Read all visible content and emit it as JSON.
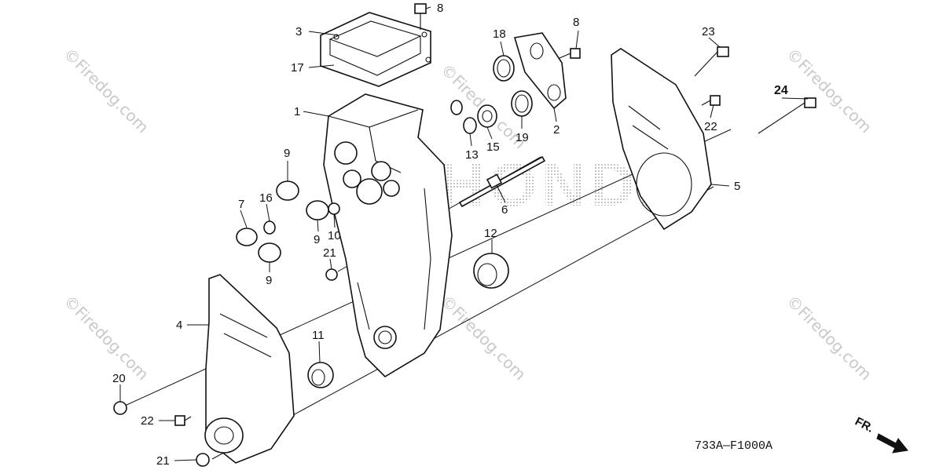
{
  "diagram": {
    "figure_code": "733A—F1000A",
    "direction_label": "FR.",
    "watermark_text": "©Firedog.com",
    "brand_ghost_text": "HONDA",
    "callouts": {
      "c1": "1",
      "c2": "2",
      "c3": "3",
      "c4": "4",
      "c5": "5",
      "c6": "6",
      "c7": "7",
      "c8a": "8",
      "c8b": "8",
      "c9a": "9",
      "c9b": "9",
      "c9c": "9",
      "c10": "10",
      "c11": "11",
      "c12": "12",
      "c13": "13",
      "c15": "15",
      "c16": "16",
      "c17": "17",
      "c18": "18",
      "c19": "19",
      "c20": "20",
      "c21a": "21",
      "c21b": "21",
      "c22a": "22",
      "c22b": "22",
      "c23": "23",
      "c24": "24"
    }
  }
}
